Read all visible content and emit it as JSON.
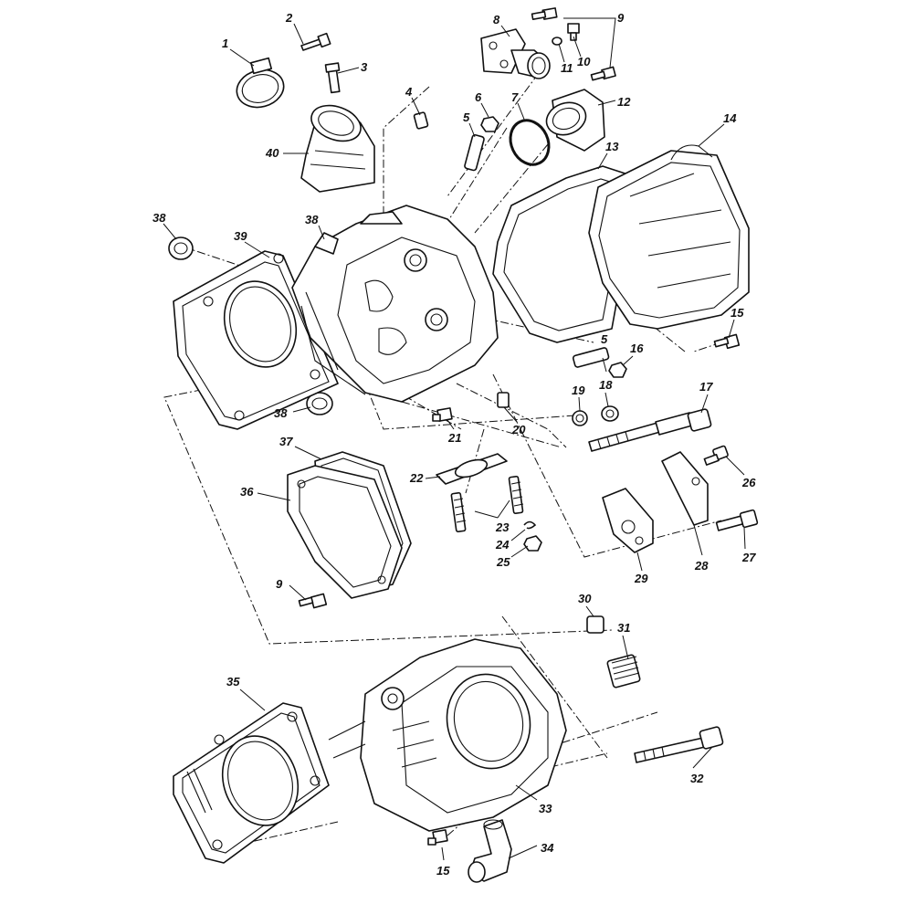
{
  "diagram": {
    "callouts": [
      {
        "id": "c1",
        "text": "1"
      },
      {
        "id": "c2",
        "text": "2"
      },
      {
        "id": "c3",
        "text": "3"
      },
      {
        "id": "c4",
        "text": "4"
      },
      {
        "id": "c5a",
        "text": "5"
      },
      {
        "id": "c5b",
        "text": "5"
      },
      {
        "id": "c6",
        "text": "6"
      },
      {
        "id": "c7",
        "text": "7"
      },
      {
        "id": "c8",
        "text": "8"
      },
      {
        "id": "c9a",
        "text": "9"
      },
      {
        "id": "c9b",
        "text": "9"
      },
      {
        "id": "c10",
        "text": "10"
      },
      {
        "id": "c11",
        "text": "11"
      },
      {
        "id": "c12",
        "text": "12"
      },
      {
        "id": "c13",
        "text": "13"
      },
      {
        "id": "c14",
        "text": "14"
      },
      {
        "id": "c15a",
        "text": "15"
      },
      {
        "id": "c15b",
        "text": "15"
      },
      {
        "id": "c16",
        "text": "16"
      },
      {
        "id": "c17",
        "text": "17"
      },
      {
        "id": "c18",
        "text": "18"
      },
      {
        "id": "c19",
        "text": "19"
      },
      {
        "id": "c20",
        "text": "20"
      },
      {
        "id": "c21",
        "text": "21"
      },
      {
        "id": "c22",
        "text": "22"
      },
      {
        "id": "c23",
        "text": "23"
      },
      {
        "id": "c24",
        "text": "24"
      },
      {
        "id": "c25",
        "text": "25"
      },
      {
        "id": "c26",
        "text": "26"
      },
      {
        "id": "c27",
        "text": "27"
      },
      {
        "id": "c28",
        "text": "28"
      },
      {
        "id": "c29",
        "text": "29"
      },
      {
        "id": "c30",
        "text": "30"
      },
      {
        "id": "c31",
        "text": "31"
      },
      {
        "id": "c32",
        "text": "32"
      },
      {
        "id": "c33",
        "text": "33"
      },
      {
        "id": "c34",
        "text": "34"
      },
      {
        "id": "c35",
        "text": "35"
      },
      {
        "id": "c36",
        "text": "36"
      },
      {
        "id": "c37",
        "text": "37"
      },
      {
        "id": "c38a",
        "text": "38"
      },
      {
        "id": "c38b",
        "text": "38"
      },
      {
        "id": "c38c",
        "text": "38"
      },
      {
        "id": "c39",
        "text": "39"
      },
      {
        "id": "c40",
        "text": "40"
      }
    ]
  }
}
